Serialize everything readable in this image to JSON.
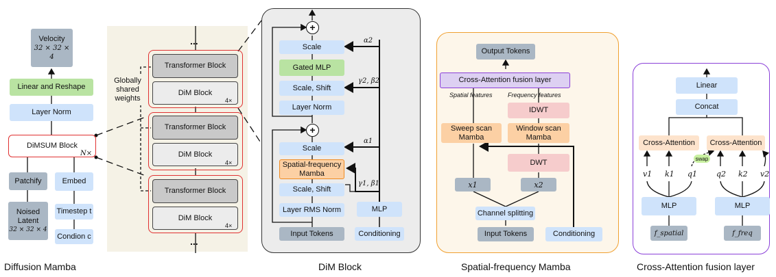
{
  "diffusion_mamba": {
    "caption": "Diffusion Mamba",
    "velocity": "Velocity",
    "velocity_dims": "32 × 32 × 4",
    "linear_reshape": "Linear and Reshape",
    "layer_norm": "Layer Norm",
    "dimsum_block": "DiMSUM Block",
    "dimsum_repeat": "N×",
    "patchify": "Patchify",
    "embed": "Embed",
    "noised_latent": "Noised Latent",
    "noised_dims": "32 × 32 × 4",
    "timestep": "Timestep t",
    "condition": "Condion c"
  },
  "stack": {
    "dots_top": "...",
    "dots_bottom": "...",
    "shared_label": "Globally shared weights",
    "transformer_block": "Transformer Block",
    "dim_block": "DiM Block",
    "repeat": "4×"
  },
  "dim_block": {
    "caption": "DiM Block",
    "scale_top": "Scale",
    "gated_mlp": "Gated MLP",
    "scale_shift_top": "Scale, Shift",
    "layer_norm": "Layer Norm",
    "scale_mid": "Scale",
    "sf_mamba": "Spatial-frequency Mamba",
    "scale_shift_bottom": "Scale, Shift",
    "rms_norm": "Layer RMS Norm",
    "mlp": "MLP",
    "input_tokens": "Input Tokens",
    "conditioning": "Conditioning",
    "alpha2": "α2",
    "gamma2_beta2": "γ2, β2",
    "alpha1": "α1",
    "gamma1_beta1": "γ1, β1",
    "plus": "+"
  },
  "sf_mamba": {
    "caption": "Spatial-frequency Mamba",
    "output_tokens": "Output Tokens",
    "fusion_layer": "Cross-Attention fusion layer",
    "spatial_features": "Spatial features",
    "frequency_features": "Frequency features",
    "idwt": "IDWT",
    "sweep_scan": "Sweep scan Mamba",
    "window_scan": "Window scan Mamba",
    "dwt": "DWT",
    "x1": "x1",
    "x2": "x2",
    "channel_splitting": "Channel splitting",
    "input_tokens": "Input Tokens",
    "conditioning": "Conditioning"
  },
  "fusion": {
    "caption": "Cross-Attention fusion layer",
    "linear": "Linear",
    "concat": "Concat",
    "cross_attention_left": "Cross-Attention",
    "cross_attention_right": "Cross-Attention",
    "swap": "swap",
    "v1": "v1",
    "k1": "k1",
    "q1": "q1",
    "q2": "q2",
    "k2": "k2",
    "v2": "v2",
    "mlp_left": "MLP",
    "mlp_right": "MLP",
    "f_spatial": "f_spatial",
    "f_freq": "f_freq"
  },
  "colors": {
    "red": "#e03030",
    "orange_border": "#f0a030",
    "purple_border": "#8a3fd8",
    "panel_gray": "#ececec",
    "panel_beige": "#f5f2e6",
    "panel_cream": "#fdf6ea"
  }
}
